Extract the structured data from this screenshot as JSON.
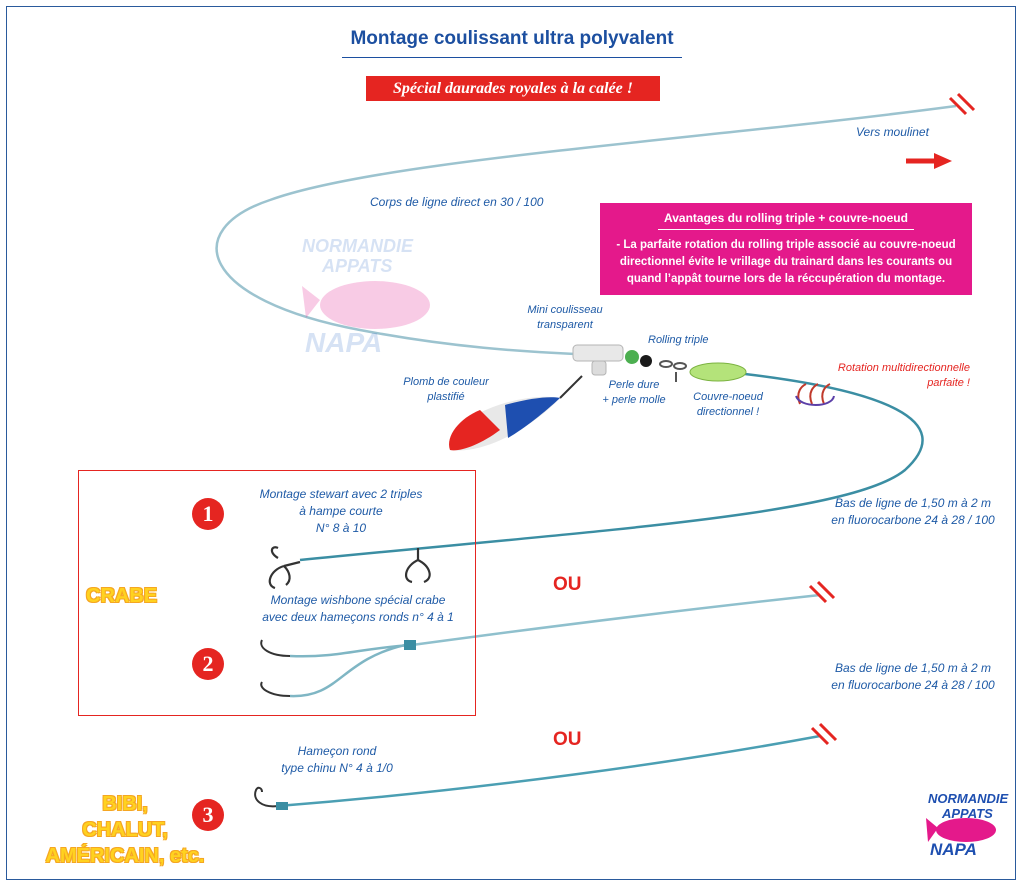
{
  "title": "Montage coulissant ultra polyvalent",
  "banner": "Spécial daurades royales à la calée !",
  "labels": {
    "vers_moulinet": "Vers moulinet",
    "corps_de_ligne": "Corps de ligne direct en 30 / 100",
    "mini_coulisseau": [
      "Mini coulisseau",
      "transparent"
    ],
    "rolling_triple": "Rolling triple",
    "plomb": [
      "Plomb de couleur",
      "plastifié"
    ],
    "perle": [
      "Perle dure",
      "+ perle molle"
    ],
    "couvre_noeud": [
      "Couvre-noeud",
      "directionnel !"
    ],
    "rotation": [
      "Rotation multidirectionnelle",
      "parfaite !"
    ],
    "bas_de_ligne_1": [
      "Bas de ligne de 1,50 m à 2 m",
      "en fluorocarbone 24 à 28 / 100"
    ],
    "bas_de_ligne_2": [
      "Bas de ligne de 1,50 m à 2 m",
      "en fluorocarbone 24 à 28 / 100"
    ]
  },
  "advantages": {
    "heading": "Avantages du rolling triple + couvre-noeud",
    "lines": [
      "- La parfaite rotation du rolling triple associé au couvre-noeud",
      "directionnel évite le vrillage du trainard dans les courants ou",
      "quand l’appât tourne lors de la réccupération du montage."
    ]
  },
  "montages": [
    {
      "number": "1",
      "lines": [
        "Montage stewart avec 2 triples",
        "à hampe courte",
        "N° 8 à 10"
      ]
    },
    {
      "number": "2",
      "lines": [
        "Montage wishbone spécial crabe",
        "avec deux hameçons ronds n° 4 à 1"
      ]
    },
    {
      "number": "3",
      "lines": [
        "Hameçon rond",
        "type chinu N° 4 à 1/0"
      ]
    }
  ],
  "ou": "OU",
  "bait_crabe": "CRABE",
  "bait_other": [
    "BIBI,",
    "CHALUT,",
    "AMÉRICAIN, etc."
  ],
  "logo": {
    "line1": "NORMANDIE",
    "line2": "APPATS",
    "line3": "NAPA"
  },
  "colors": {
    "title_blue": "#1c4fa0",
    "label_blue": "#1e5aa6",
    "red": "#e52521",
    "magenta": "#e4198b",
    "yellow": "#ffd21f",
    "line": "#7fb6c4"
  }
}
